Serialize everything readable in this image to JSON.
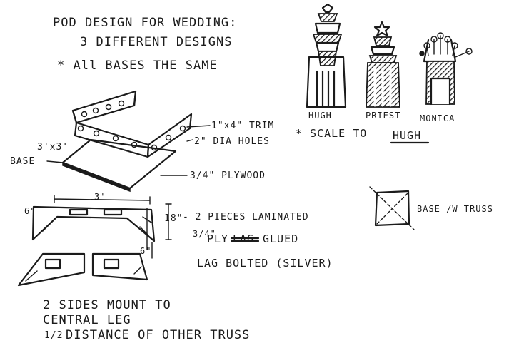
{
  "notes": {
    "line1": "POD DESIGN FOR WEDDING:",
    "line2": "3 DIFFERENT DESIGNS",
    "line3": "* All BASES THE SAME"
  },
  "designs": {
    "hugh": "HUGH",
    "priest": "PRIEST",
    "monica": "MONICA",
    "scale_note": "* SCALE TO",
    "scale_target": "HUGH"
  },
  "pod_callouts": {
    "base_dim": "3'x3'",
    "base": "BASE",
    "trim": "1\"x4\" TRIM",
    "holes": "2\" DIA HOLES",
    "plywood": "3/4\" PLYWOOD"
  },
  "truss": {
    "width": "3'",
    "left_height": "6\"",
    "right_height": "18\"",
    "leg_height": "6\"",
    "laminated": "- 2 PIECES LAMINATED",
    "ply_fraction": "3/4\"",
    "ply_glued": "PLY",
    "struck": "LAG",
    "glued": "GLUED",
    "bolted": "LAG BOLTED (SILVER)"
  },
  "base_truss_label": "BASE /W TRUSS",
  "footer": {
    "line1": "2 SIDES MOUNT TO",
    "line2": "CENTRAL LEG",
    "fraction": "1/2",
    "line3": "DISTANCE OF OTHER TRUSS"
  }
}
